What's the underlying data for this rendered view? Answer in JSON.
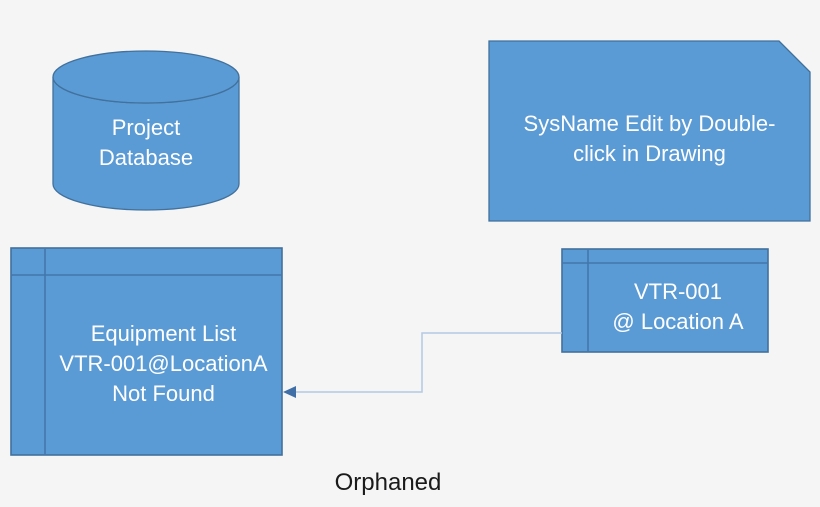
{
  "diagram": {
    "background_color": "#f5f5f6",
    "palette": {
      "shape_fill": "#5b9bd5",
      "shape_border": "#41719c",
      "table_divider": "#4377ab",
      "connector_line": "#b4c9e4",
      "connector_arrow": "#3f6fa6",
      "shape_text_color": "#ffffff",
      "caption_text_color": "#1a1a1a"
    },
    "nodes": {
      "project_database": {
        "shape": "database-cylinder",
        "label": "Project\nDatabase"
      },
      "sysname_note": {
        "shape": "snip-corner-card",
        "label": "SysName Edit by Double-\nclick in Drawing"
      },
      "equipment_list": {
        "shape": "table-frame",
        "label": "Equipment List\nVTR-001@LocationA\nNot Found"
      },
      "vtr_system": {
        "shape": "table-frame",
        "label": "VTR-001\n@ Location A"
      }
    },
    "connector": {
      "from": "vtr_system",
      "to": "equipment_list",
      "type": "elbow-arrow"
    },
    "caption": "Orphaned"
  }
}
